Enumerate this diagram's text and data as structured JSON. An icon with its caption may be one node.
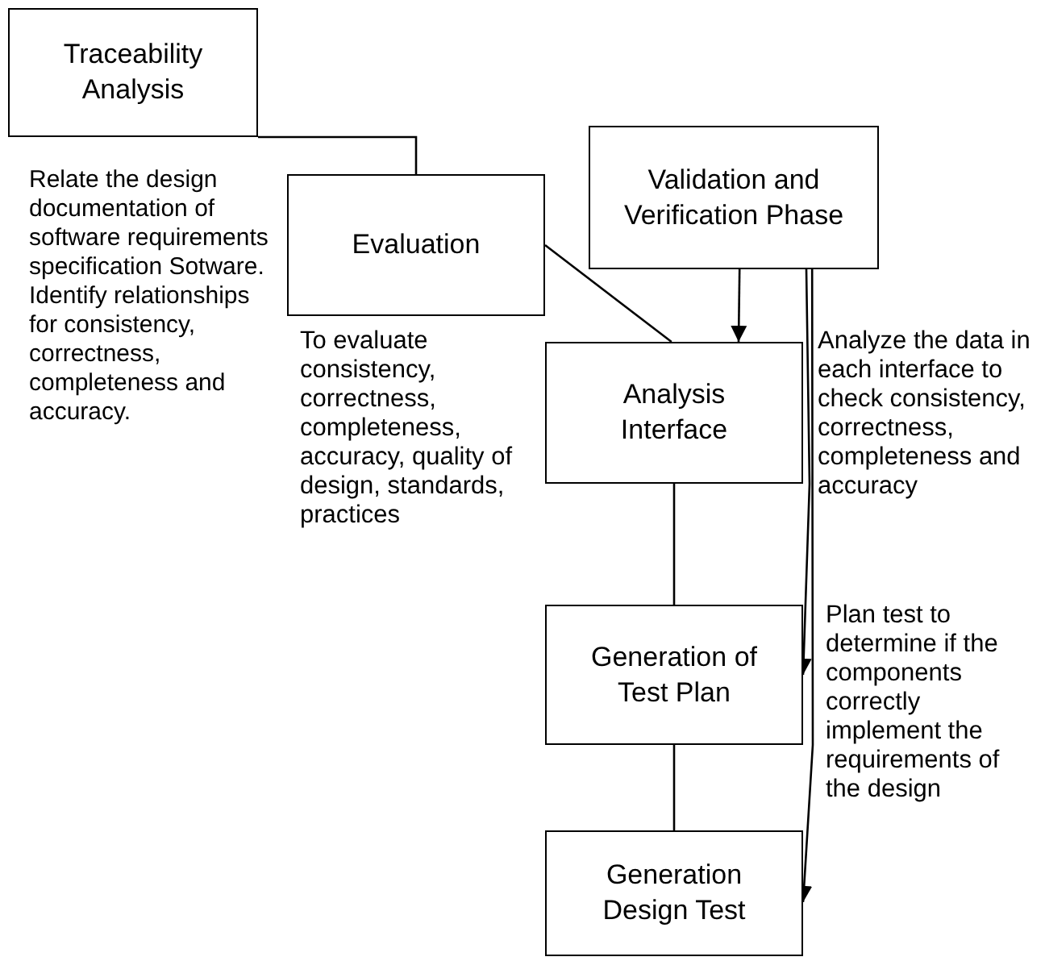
{
  "diagram": {
    "nodes": [
      {
        "text": [
          "Traceability Analysis"
        ]
      },
      {
        "text": [
          "Evaluation"
        ],
        "beside": [
          "To evaluate consistency, correctness, completeness, accuracy, quality of design, standards, practices"
        ]
      },
      {
        "text": [
          "Validation and Verification Phase"
        ]
      },
      {
        "text": [
          "Analysis Interface"
        ],
        "beside": [
          "Analyze the data in each interface to check consistency, correctness, completeness and accuracy"
        ]
      },
      {
        "text": [
          "Generation of Test Plan"
        ],
        "beside": [
          "Plan test to determine if the components correctly implement the requirements of the design"
        ]
      },
      {
        "text": [
          "Generation Design Test"
        ]
      }
    ],
    "edges": [
      {
        "from": 0,
        "to": 1,
        "arrow": "none"
      },
      {
        "from": 1,
        "to": 3,
        "arrow": "none"
      },
      {
        "from": 2,
        "to": 3,
        "arrow": "to"
      },
      {
        "from": 2,
        "to": 4,
        "arrow": "to"
      },
      {
        "from": 2,
        "to": 5,
        "arrow": "to"
      },
      {
        "from": 3,
        "to": 4,
        "arrow": "none"
      },
      {
        "from": 4,
        "to": 5,
        "arrow": "none"
      }
    ],
    "labels": [
      "Relate the design documentation of software requirements specification Sotware. Identify relationships for consistency, correctness, completeness and accuracy."
    ]
  }
}
